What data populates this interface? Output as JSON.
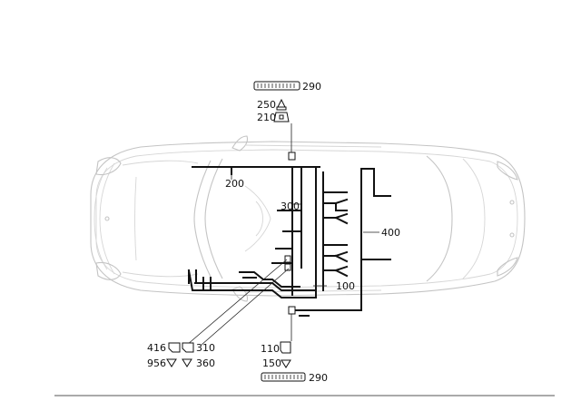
{
  "labels": {
    "c290_top": "290",
    "c250": "250",
    "c210": "210",
    "c200": "200",
    "c300": "300",
    "c400": "400",
    "c100": "100",
    "c416": "416",
    "c956": "956",
    "c310": "310",
    "c360": "360",
    "c110": "110",
    "c150": "150",
    "c290_bottom": "290"
  },
  "colors": {
    "wiring": "#111111",
    "car_outline": "#c4c4c4",
    "rule": "#555555"
  },
  "icons": {
    "connector_strip": "terminal-strip-icon",
    "connector_plug": "connector-plug-icon",
    "connector_housing": "connector-housing-icon"
  }
}
